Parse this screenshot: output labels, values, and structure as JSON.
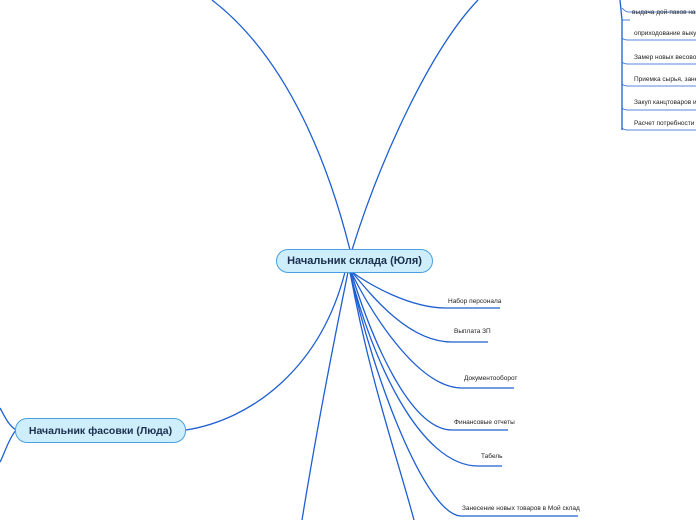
{
  "center": {
    "label": "Начальник склада (Юля)"
  },
  "left_node": {
    "label": "Начальник фасовки (Люда)"
  },
  "right_branches": [
    "Набор персонала",
    "Выплата ЗП",
    "Документооборот",
    "Финансовые отчеты",
    "Табель",
    "Занесение новых товаров в Мой склад"
  ],
  "top_right_items": [
    "выдача дой-паков на",
    "оприходование выку",
    "Замер новых весовок",
    "Приемка сырья, зане",
    "Закуп канцтоваров и",
    "Расчет потребности"
  ],
  "colors": {
    "line": "#1f5fd1",
    "node_fill": "#cdeefa",
    "node_border": "#4a9fe0"
  }
}
